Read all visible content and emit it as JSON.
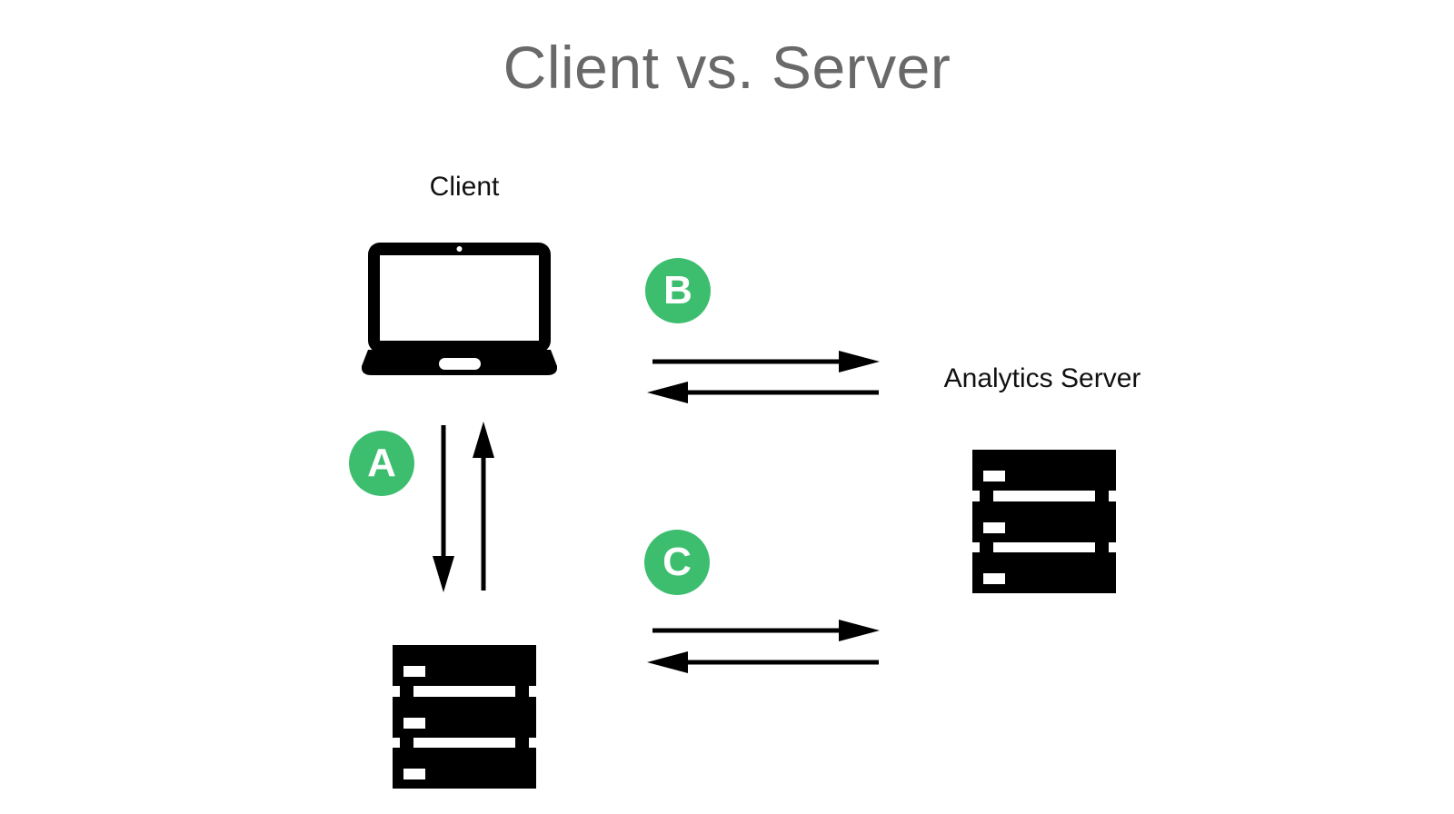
{
  "title": "Client vs. Server",
  "colors": {
    "badge": "#3dbe6f",
    "title": "#696969",
    "ink": "#000000"
  },
  "nodes": {
    "client": {
      "label": "Client",
      "icon": "laptop-icon"
    },
    "analytics_server": {
      "label": "Analytics Server",
      "icon": "server-rack-icon"
    },
    "local_server": {
      "icon": "server-rack-icon"
    }
  },
  "badges": {
    "a": "A",
    "b": "B",
    "c": "C"
  },
  "connections": [
    {
      "badge": "A",
      "from": "client",
      "to": "local_server",
      "direction": "bidirectional",
      "orientation": "vertical"
    },
    {
      "badge": "B",
      "from": "client",
      "to": "analytics_server",
      "direction": "bidirectional",
      "orientation": "horizontal"
    },
    {
      "badge": "C",
      "from": "local_server",
      "to": "analytics_server",
      "direction": "bidirectional",
      "orientation": "horizontal"
    }
  ]
}
